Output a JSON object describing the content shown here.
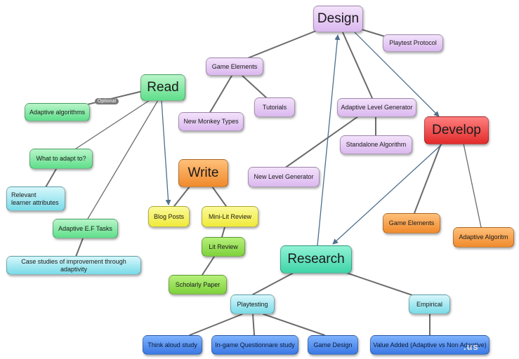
{
  "nodes": {
    "design": "Design",
    "playtest_protocol": "Playtest Protocol",
    "game_elements_top": "Game Elements",
    "tutorials": "Tutorials",
    "new_monkey_types": "New Monkey Types",
    "adaptive_level_generator": "Adaptive Level Generator",
    "standalone_algorithm": "Standalone Algorithm",
    "new_level_generator": "New Level Generator",
    "develop": "Develop",
    "game_elements_develop": "Game Elements",
    "adaptive_algoritm": "Adaptive Algoritm",
    "read": "Read",
    "adaptive_algorithms": "Adaptive algorithms",
    "what_to_adapt": "What to adapt to?",
    "relevant_learner_line1": "Relevant",
    "relevant_learner_line2": "learner attributes",
    "adaptive_ef_tasks": "Adaptive E.F Tasks",
    "case_studies": "Case studies of improvement through adaptivity",
    "write": "Write",
    "blog_posts": "Blog Posts",
    "mini_lit_review": "Mini-Lit Review",
    "lit_review": "Lit Review",
    "scholarly_paper": "Scholarly Paper",
    "research": "Research",
    "playtesting": "Playtesting",
    "empirical": "Empirical",
    "think_aloud": "Think aloud study",
    "ingame_questionnare": "In-game Questionnare study",
    "game_design": "Game Design",
    "value_added": "Value Added (Adaptive vs Non Adaptive)"
  },
  "badges": {
    "optional": "Optional"
  },
  "watermark": ".us",
  "colors": {
    "purple": "#dbb8ef",
    "green": "#5fde8a",
    "cyan": "#79dbe8",
    "teal": "#3fd4a9",
    "yellow": "#f0ea3a",
    "lime": "#7ed23c",
    "orange": "#f08a2c",
    "red": "#e22a2a",
    "blue": "#3a78e3",
    "link": "#6b6b6b",
    "arrow": "#4d6f8c"
  }
}
